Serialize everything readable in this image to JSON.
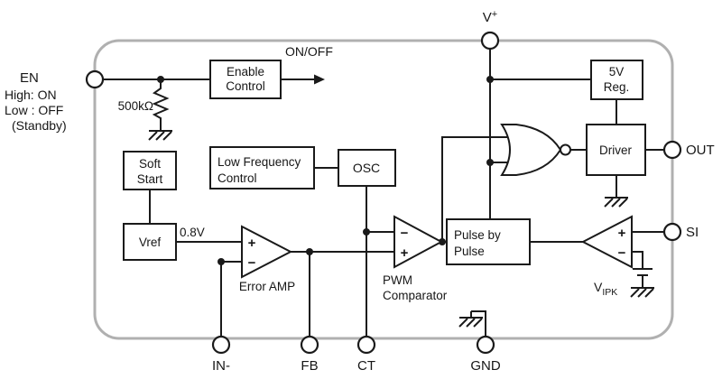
{
  "colors": {
    "wire": "#1a1a1a",
    "boundary": "#b0b0b0",
    "background": "#ffffff"
  },
  "pins": {
    "en": {
      "label": "EN",
      "note1": "High: ON",
      "note2": "Low : OFF",
      "note3": "(Standby)"
    },
    "vplus": {
      "base": "V",
      "sup": "+"
    },
    "out": {
      "label": "OUT"
    },
    "si": {
      "label": "SI"
    },
    "in_minus": {
      "label": "IN-"
    },
    "fb": {
      "label": "FB"
    },
    "ct": {
      "label": "CT"
    },
    "gnd": {
      "label": "GND"
    }
  },
  "blocks": {
    "enable_control": {
      "line1": "Enable",
      "line2": "Control"
    },
    "on_off": "ON/OFF",
    "resistor_value": "500kΩ",
    "soft_start": {
      "line1": "Soft",
      "line2": "Start"
    },
    "low_freq": {
      "line1": "Low Frequency",
      "line2": "Control"
    },
    "osc": "OSC",
    "vref": "Vref",
    "vref_voltage": "0.8V",
    "error_amp": "Error AMP",
    "pwm_comparator": {
      "line1": "PWM",
      "line2": "Comparator"
    },
    "pulse_by_pulse": {
      "line1": "Pulse by",
      "line2": "Pulse"
    },
    "five_v_reg": {
      "line1": "5V",
      "line2": "Reg."
    },
    "driver": "Driver",
    "vipk": {
      "base": "V",
      "sub": "IPK"
    }
  },
  "symbols": {
    "plus": "+",
    "minus": "−"
  }
}
